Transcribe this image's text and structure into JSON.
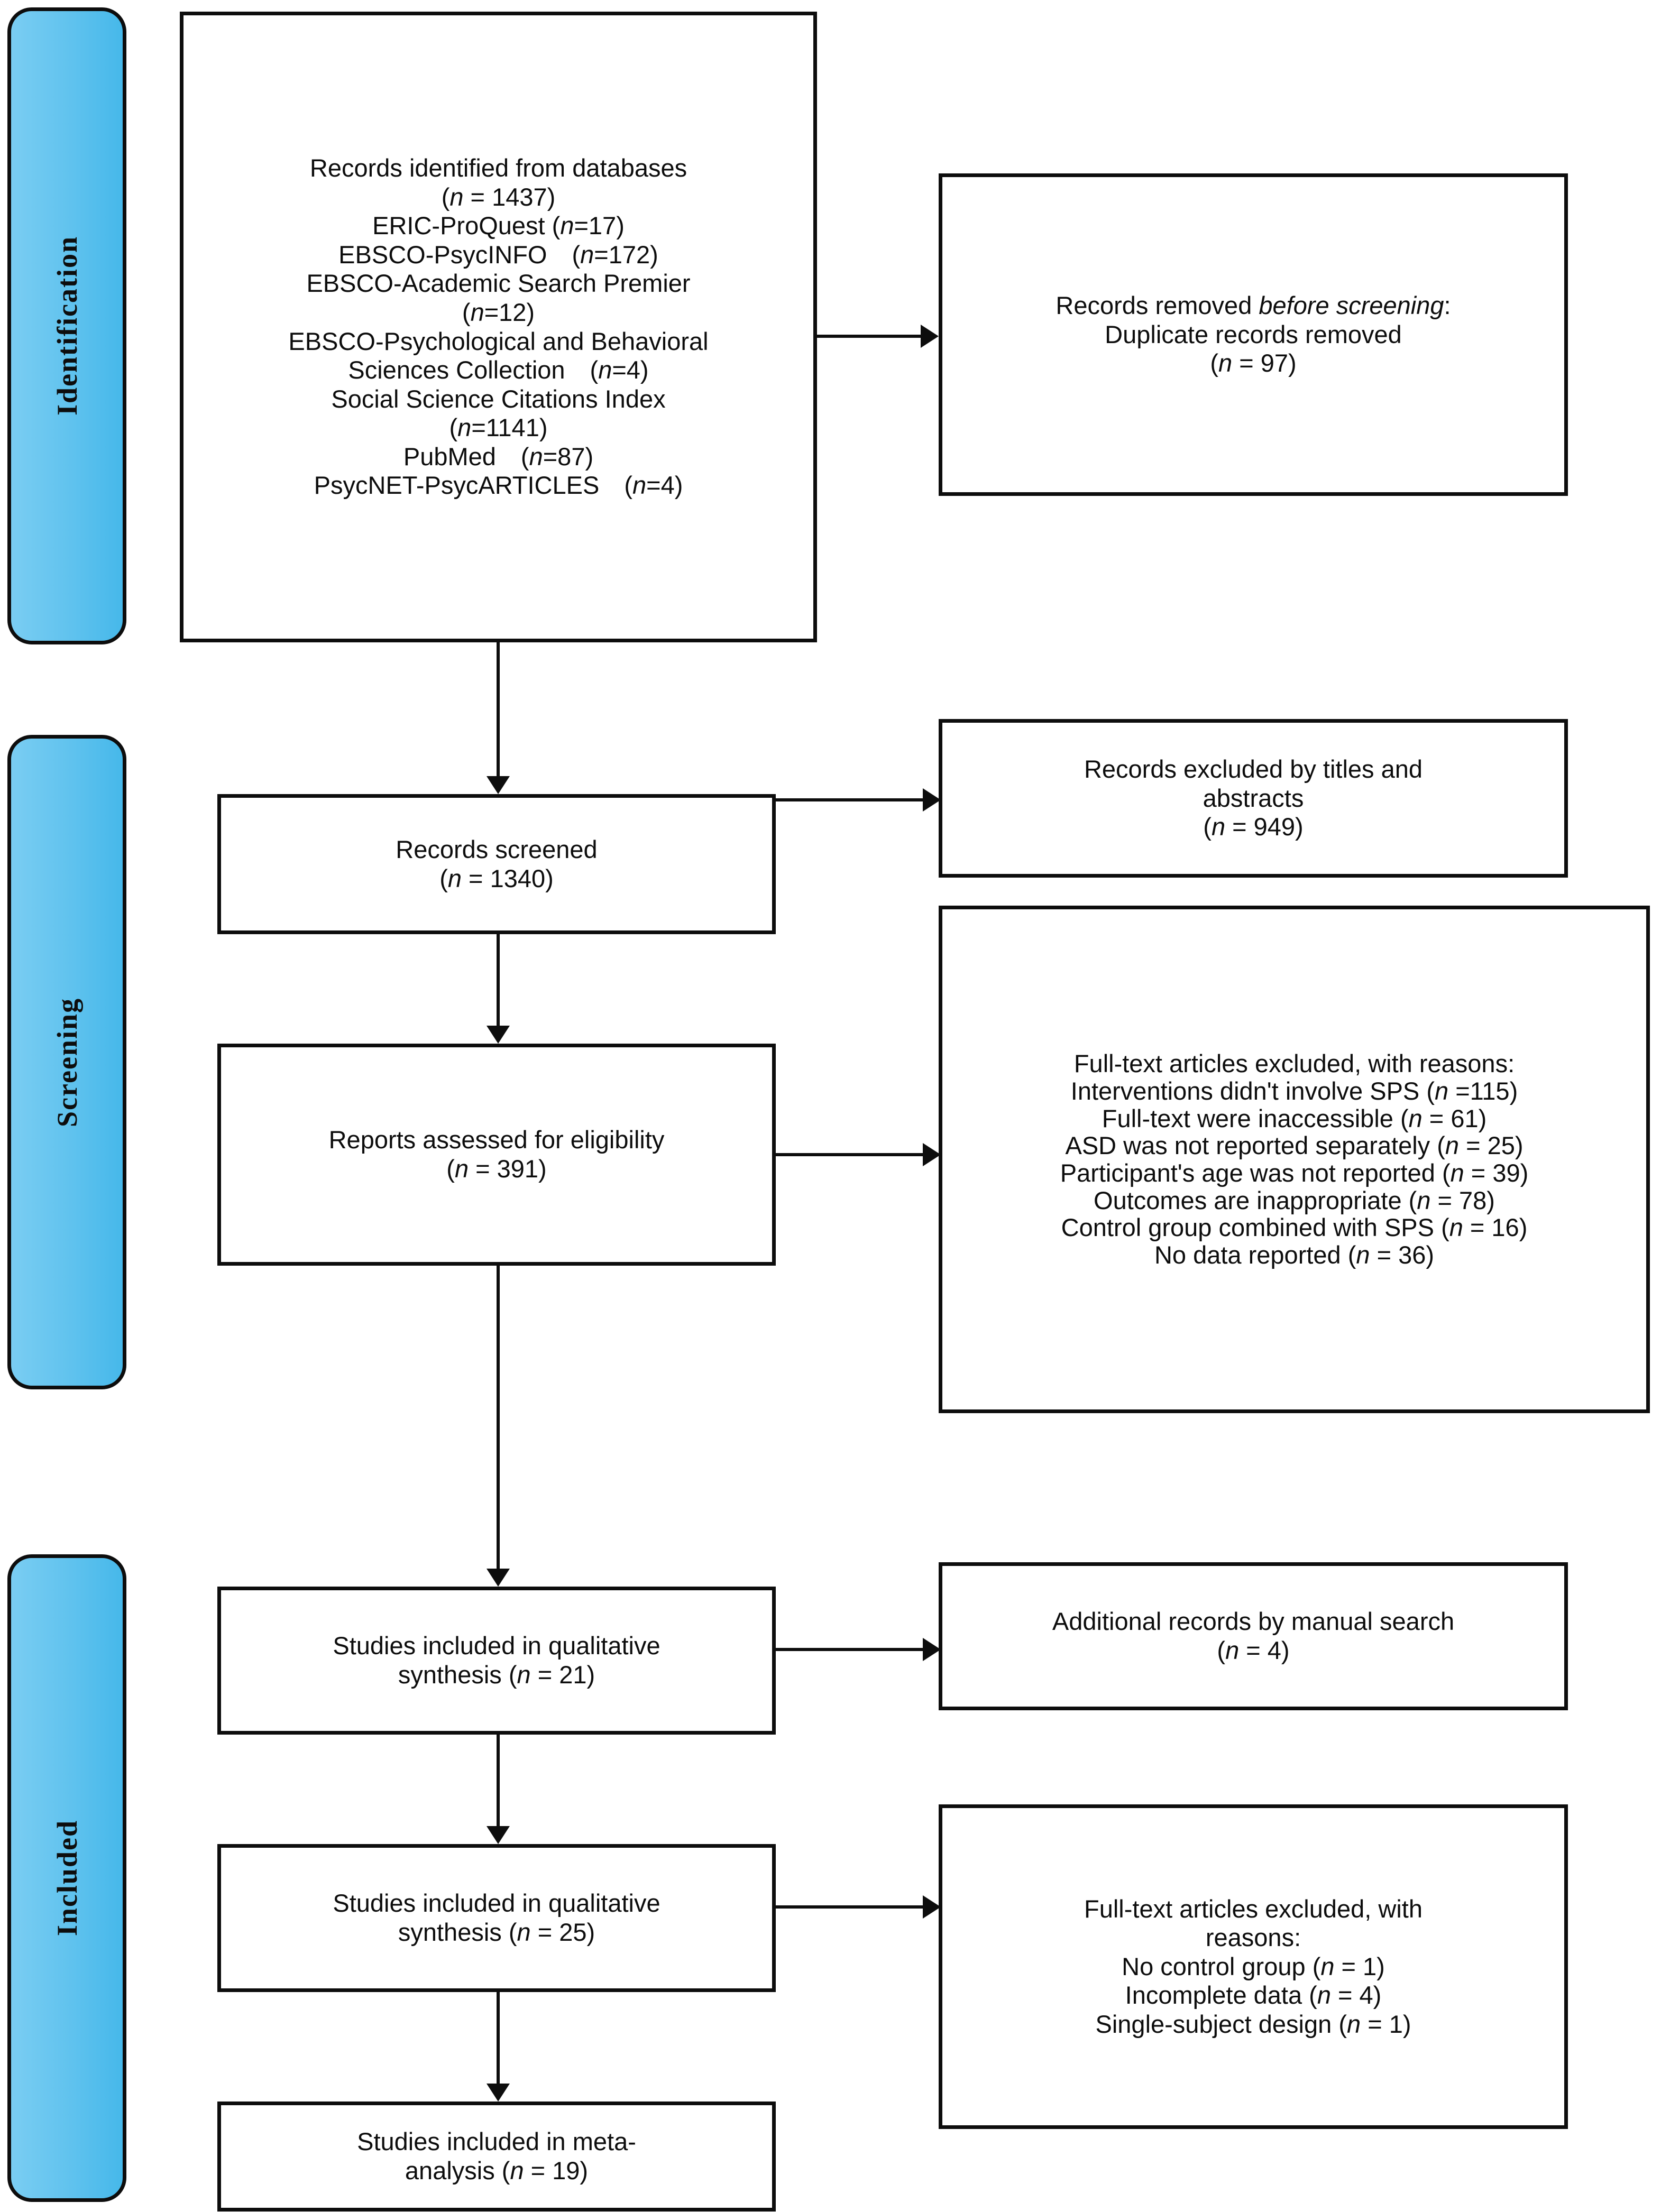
{
  "diagram": {
    "title": "PRISMA flow diagram",
    "accent_color": "#5FC2EE",
    "line_color": "#0d0d0d",
    "background": "#ffffff"
  },
  "stages": [
    {
      "id": "identification",
      "label": "Identification"
    },
    {
      "id": "screening",
      "label": "Screening"
    },
    {
      "id": "included",
      "label": "Included"
    }
  ],
  "boxes": {
    "identified": {
      "name": "records-identified-from-databases",
      "lines": [
        "Records identified from databases",
        "(n = 1437)",
        "ERIC-ProQuest (n=17)",
        "EBSCO-PsycINFO　(n=172)",
        "EBSCO-Academic Search Premier",
        "(n=12)",
        "EBSCO-Psychological and Behavioral",
        "Sciences Collection　(n=4)",
        "Social Science Citations Index",
        "(n=1141)",
        "PubMed　(n=87)",
        "PsycNET-PsycARTICLES　(n=4)"
      ]
    },
    "removed_before_screening": {
      "name": "records-removed-before-screening",
      "lines": [
        "Records removed before screening:",
        "Duplicate records removed",
        "(n = 97)"
      ]
    },
    "screened": {
      "name": "records-screened",
      "lines": [
        "Records screened",
        "(n = 1340)"
      ]
    },
    "excluded_titles_abstracts": {
      "name": "records-excluded-by-titles-and-abstracts",
      "lines": [
        "Records excluded by titles and",
        "abstracts",
        "(n = 949)"
      ]
    },
    "assessed_eligibility": {
      "name": "reports-assessed-for-eligibility",
      "lines": [
        "Reports assessed for eligibility",
        "(n = 391)"
      ]
    },
    "fulltext_excluded_reasons": {
      "name": "full-text-articles-excluded-with-reasons",
      "lines": [
        "Full-text articles excluded, with reasons:",
        "Interventions didn't involve SPS (n =115)",
        "Full-text were inaccessible (n = 61)",
        "ASD was not reported separately (n = 25)",
        "Participant's age was not reported (n = 39)",
        "Outcomes are inappropriate (n = 78)",
        "Control group combined with SPS (n = 16)",
        "No data reported (n = 36)"
      ]
    },
    "qualitative_21": {
      "name": "studies-included-in-qualitative-synthesis-21",
      "lines": [
        "Studies included in qualitative",
        "synthesis (n = 21)"
      ]
    },
    "additional_manual": {
      "name": "additional-records-by-manual-search",
      "lines": [
        "Additional records by manual search",
        "(n = 4)"
      ]
    },
    "qualitative_25": {
      "name": "studies-included-in-qualitative-synthesis-25",
      "lines": [
        "Studies included in qualitative",
        "synthesis (n = 25)"
      ]
    },
    "fulltext_excluded_reasons_2": {
      "name": "full-text-articles-excluded-with-reasons-2",
      "lines": [
        "Full-text articles excluded, with",
        "reasons:",
        "No control group (n = 1)",
        "Incomplete data (n = 4)",
        "Single-subject design (n = 1)"
      ]
    },
    "meta_analysis_19": {
      "name": "studies-included-in-meta-analysis",
      "lines": [
        "Studies included in meta-",
        "analysis (n = 19)"
      ]
    }
  },
  "chart_data": {
    "type": "diagram",
    "title": "PRISMA flow diagram",
    "nodes": [
      {
        "id": "identified",
        "stage": "Identification",
        "label": "Records identified from databases",
        "n": 1437,
        "breakdown": [
          {
            "source": "ERIC-ProQuest",
            "n": 17
          },
          {
            "source": "EBSCO-PsycINFO",
            "n": 172
          },
          {
            "source": "EBSCO-Academic Search Premier",
            "n": 12
          },
          {
            "source": "EBSCO-Psychological and Behavioral Sciences Collection",
            "n": 4
          },
          {
            "source": "Social Science Citations Index",
            "n": 1141
          },
          {
            "source": "PubMed",
            "n": 87
          },
          {
            "source": "PsycNET-PsycARTICLES",
            "n": 4
          }
        ]
      },
      {
        "id": "removed_before_screening",
        "stage": "Identification",
        "label": "Records removed before screening: Duplicate records removed",
        "n": 97
      },
      {
        "id": "screened",
        "stage": "Screening",
        "label": "Records screened",
        "n": 1340
      },
      {
        "id": "excluded_titles_abstracts",
        "stage": "Screening",
        "label": "Records excluded by titles and abstracts",
        "n": 949
      },
      {
        "id": "assessed_eligibility",
        "stage": "Screening",
        "label": "Reports assessed for eligibility",
        "n": 391
      },
      {
        "id": "fulltext_excluded_reasons",
        "stage": "Screening",
        "label": "Full-text articles excluded, with reasons",
        "reasons": [
          {
            "reason": "Interventions didn't involve SPS",
            "n": 115
          },
          {
            "reason": "Full-text were inaccessible",
            "n": 61
          },
          {
            "reason": "ASD was not reported separately",
            "n": 25
          },
          {
            "reason": "Participant's age was not reported",
            "n": 39
          },
          {
            "reason": "Outcomes are inappropriate",
            "n": 78
          },
          {
            "reason": "Control group combined with SPS",
            "n": 16
          },
          {
            "reason": "No data reported",
            "n": 36
          }
        ]
      },
      {
        "id": "qualitative_21",
        "stage": "Included",
        "label": "Studies included in qualitative synthesis",
        "n": 21
      },
      {
        "id": "additional_manual",
        "stage": "Included",
        "label": "Additional records by manual search",
        "n": 4
      },
      {
        "id": "qualitative_25",
        "stage": "Included",
        "label": "Studies included in qualitative synthesis",
        "n": 25
      },
      {
        "id": "fulltext_excluded_reasons_2",
        "stage": "Included",
        "label": "Full-text articles excluded, with reasons",
        "reasons": [
          {
            "reason": "No control group",
            "n": 1
          },
          {
            "reason": "Incomplete data",
            "n": 4
          },
          {
            "reason": "Single-subject design",
            "n": 1
          }
        ]
      },
      {
        "id": "meta_analysis_19",
        "stage": "Included",
        "label": "Studies included in meta-analysis",
        "n": 19
      }
    ],
    "edges": [
      {
        "from": "identified",
        "to": "removed_before_screening",
        "direction": "right"
      },
      {
        "from": "identified",
        "to": "screened",
        "direction": "down"
      },
      {
        "from": "screened",
        "to": "excluded_titles_abstracts",
        "direction": "right"
      },
      {
        "from": "screened",
        "to": "assessed_eligibility",
        "direction": "down"
      },
      {
        "from": "assessed_eligibility",
        "to": "fulltext_excluded_reasons",
        "direction": "right"
      },
      {
        "from": "assessed_eligibility",
        "to": "qualitative_21",
        "direction": "down"
      },
      {
        "from": "qualitative_21",
        "to": "additional_manual",
        "direction": "right"
      },
      {
        "from": "qualitative_21",
        "to": "qualitative_25",
        "direction": "down"
      },
      {
        "from": "qualitative_25",
        "to": "fulltext_excluded_reasons_2",
        "direction": "right"
      },
      {
        "from": "qualitative_25",
        "to": "meta_analysis_19",
        "direction": "down"
      }
    ]
  }
}
